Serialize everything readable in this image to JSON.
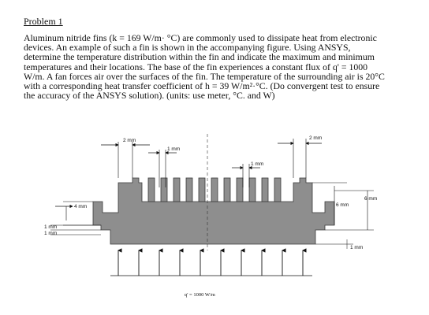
{
  "problem": {
    "title": "Problem 1",
    "lines": [
      "Aluminum nitride fins (k = 169 W/m· °C) are commonly used to dissipate heat from electronic",
      "devices. An example of such a fin is shown in the accompanying figure. Using ANSYS,",
      "determine the temperature distribution within the fin and indicate the maximum and minimum",
      "temperatures and their locations. The base of the fin experiences a constant flux of q' = 1000",
      "W/m. A fan forces air over the surfaces of the fin. The temperature of the surrounding air is 20°C",
      "with a corresponding heat transfer coefficient of h = 39 W/m²·°C. (Do convergent test to ensure",
      "the accuracy of the ANSYS solution). (units: use meter, °C. and W)"
    ]
  },
  "figure": {
    "dimensions": {
      "top_left_gap": "2 mm",
      "fin_thickness": "1 mm",
      "fin_gap": "1 mm",
      "top_right_gap": "2 mm",
      "base_height": "4 mm",
      "left_step_a": "1 mm",
      "left_step_b": "1 mm",
      "inner_height": "6 mm",
      "outer_height": "6 mm",
      "bottom_right_step": "1 mm"
    },
    "heat_flux_label": "q' = 1000 W/m",
    "fill_color": "#8e8e8e",
    "edge_color": "#3a3a3a"
  }
}
